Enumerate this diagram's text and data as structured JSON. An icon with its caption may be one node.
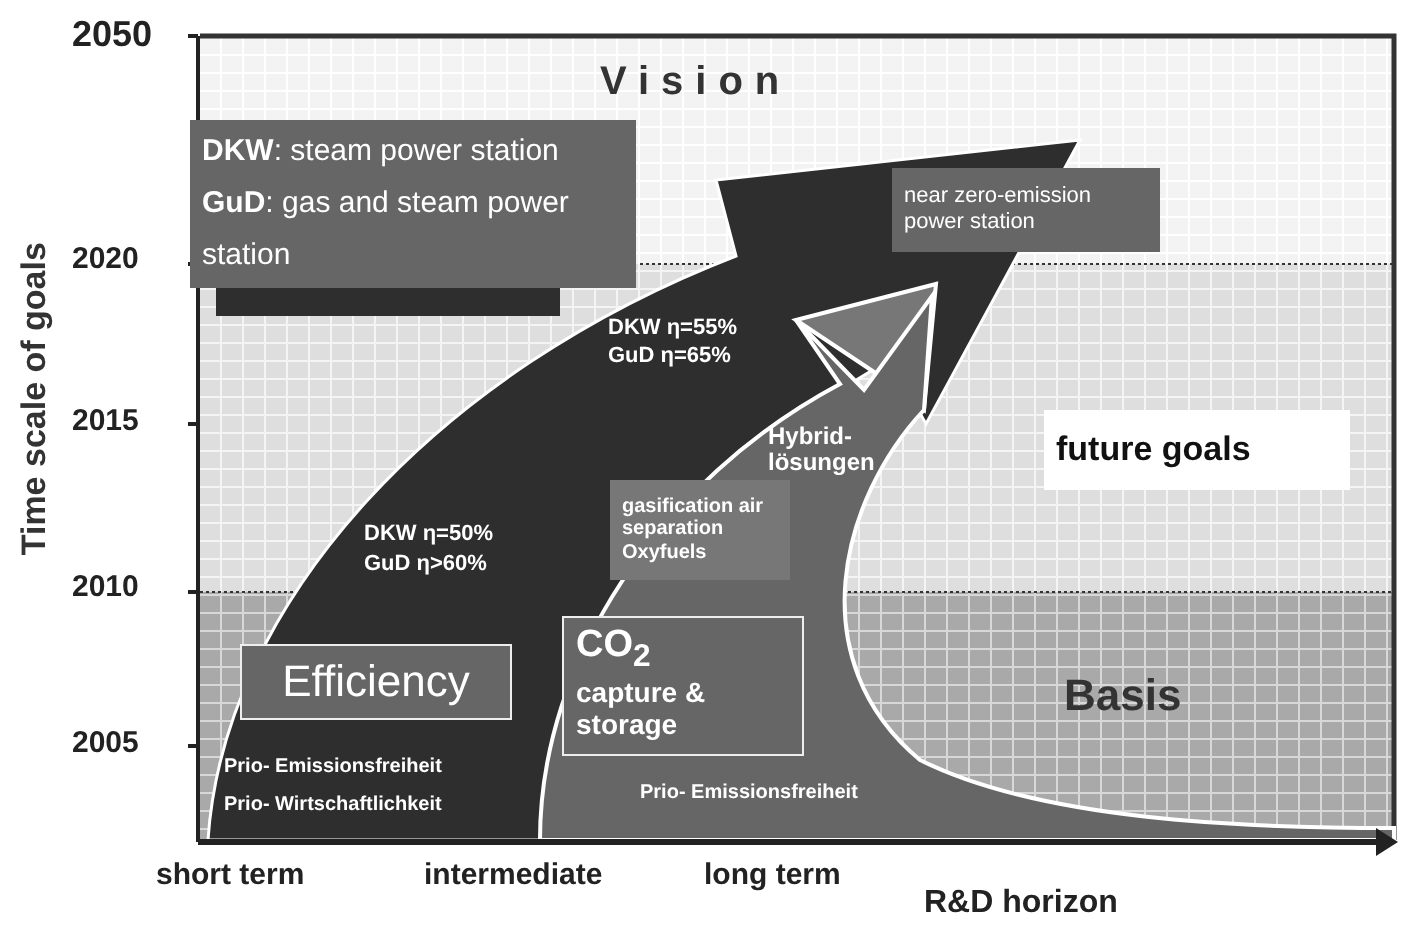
{
  "diagram": {
    "nodes": [
      {
        "text": [
          "**DKW**: steam power station",
          "**GuD**: gas and steam power station"
        ]
      },
      {
        "text": [
          "near zero-emission power station"
        ]
      },
      {
        "text": [
          "gasification air separation Oxyfuels"
        ]
      },
      {
        "text": [
          "Efficiency"
        ]
      },
      {
        "text": [
          "CO$_{2}$",
          "capture & storage"
        ]
      },
      {
        "text": [
          "future goals"
        ]
      }
    ],
    "labels": [
      "2050",
      "Vision",
      "Time scale of goals",
      "2020",
      "DKW η=55%",
      "GuD η=65%",
      "2015",
      "Hybrid- lösungen",
      "DKW η=50%",
      "GuD η>60%",
      "2010",
      "Basis",
      "2005",
      "Prio- Emissionsfreiheit",
      "Prio- Wirtschaftlichkeit",
      "Prio- Emissionsfreiheit",
      "short term",
      "intermediate",
      "long term",
      "R&D horizon"
    ]
  }
}
